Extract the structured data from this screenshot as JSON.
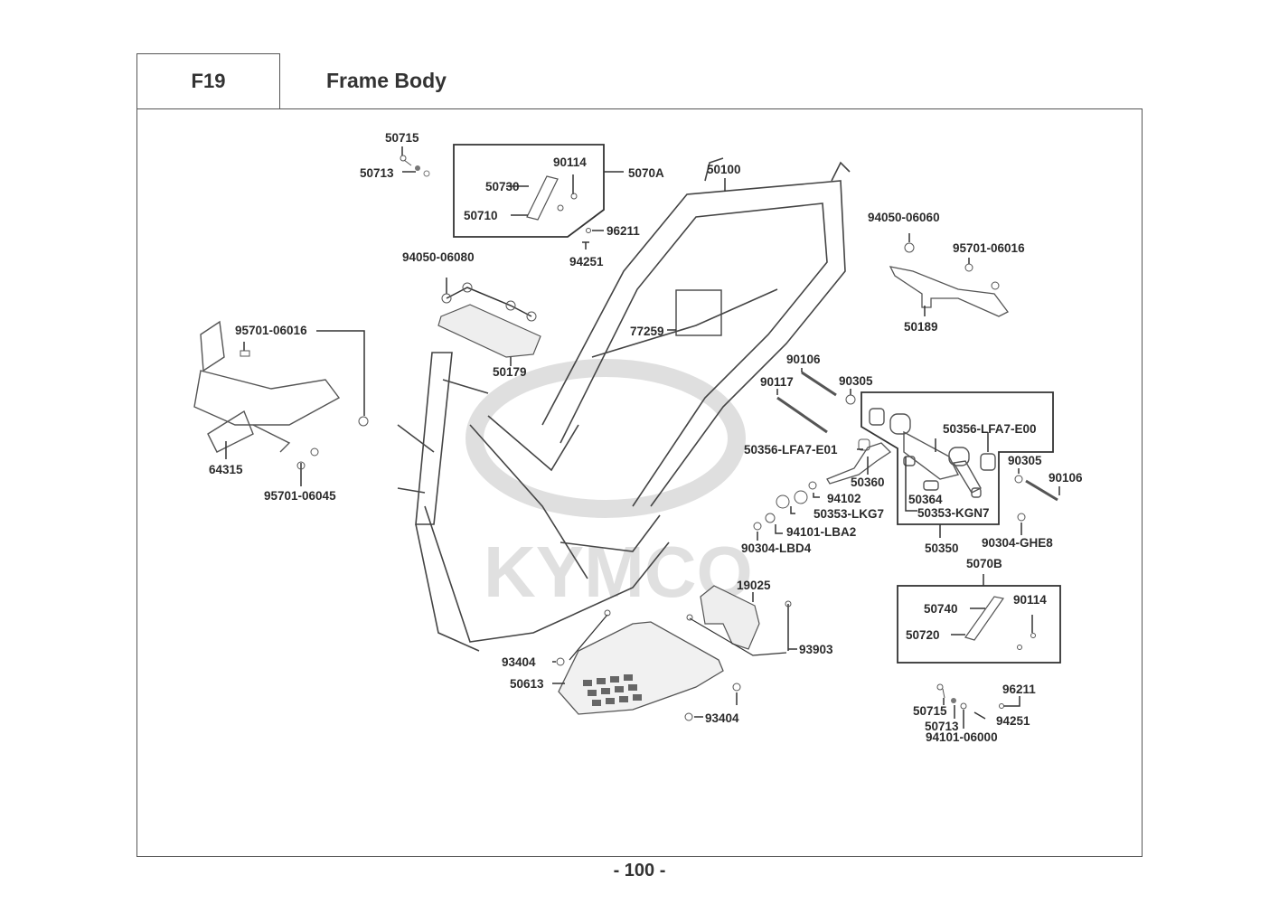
{
  "header": {
    "section_code": "F19",
    "title": "Frame Body"
  },
  "footer": {
    "page_number": "- 100 -"
  },
  "watermark": {
    "text": "KYMCO",
    "color": "#d9d9d9"
  },
  "labels": {
    "p50715_top": "50715",
    "p50713_top": "50713",
    "p90114_a": "90114",
    "p5070A": "5070A",
    "p50730": "50730",
    "p50710": "50710",
    "p96211_top": "96211",
    "p94251_top": "94251",
    "p50100": "50100",
    "p94050_06060": "94050-06060",
    "p95701_06016_r": "95701-06016",
    "p50189": "50189",
    "p94050_06080": "94050-06080",
    "p50179": "50179",
    "p77259": "77259",
    "p95701_06016_l": "95701-06016",
    "p64315": "64315",
    "p95701_06045": "95701-06045",
    "p90106_a": "90106",
    "p90117": "90117",
    "p90305_a": "90305",
    "p50356_E00": "50356-LFA7-E00",
    "p50356_E01": "50356-LFA7-E01",
    "p50360": "50360",
    "p94102": "94102",
    "p50353_LKG7": "50353-LKG7",
    "p94101_LBA2": "94101-LBA2",
    "p90304_LBD4": "90304-LBD4",
    "p50364": "50364",
    "p50353_KGN7": "50353-KGN7",
    "p50350": "50350",
    "p90305_b": "90305",
    "p90106_b": "90106",
    "p90304_GHE8": "90304-GHE8",
    "p5070B": "5070B",
    "p50740": "50740",
    "p90114_b": "90114",
    "p50720": "50720",
    "p96211_bot": "96211",
    "p50715_bot": "50715",
    "p50713_bot": "50713",
    "p94251_bot": "94251",
    "p94101_06000": "94101-06000",
    "p19025": "19025",
    "p93903": "93903",
    "p93404_a": "93404",
    "p50613": "50613",
    "p93404_b": "93404"
  }
}
